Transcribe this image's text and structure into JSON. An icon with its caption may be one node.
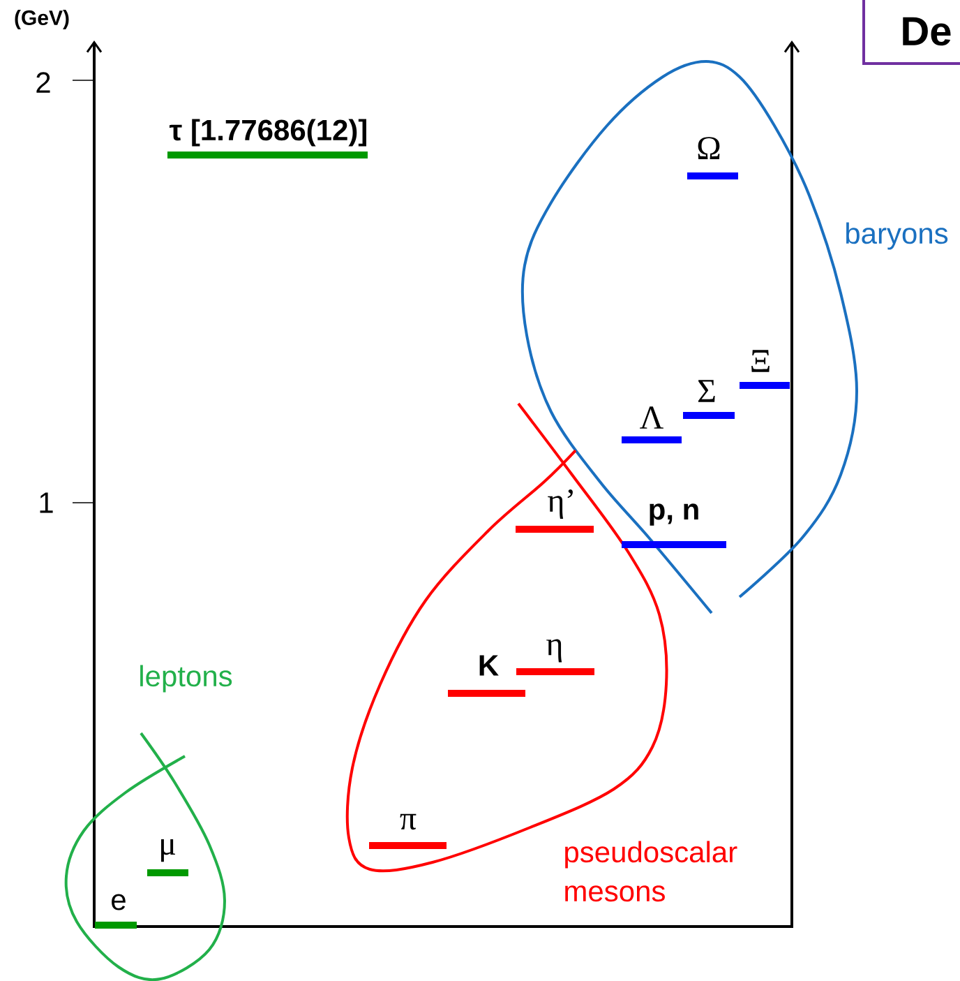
{
  "diagram": {
    "nodes": [
      {
        "text": [
          "De"
        ]
      },
      {
        "text": [
          "τ [1.77686(12)]"
        ]
      },
      {
        "text": [
          "baryons"
        ]
      },
      {
        "text": [
          "Ω"
        ],
        "in": 2
      },
      {
        "text": [
          "Ξ"
        ],
        "in": 2
      },
      {
        "text": [
          "Σ"
        ]
      },
      {
        "text": [
          "Λ"
        ]
      },
      {
        "text": [
          "pseudoscalar mesons"
        ]
      },
      {
        "text": [
          "η’"
        ]
      },
      {
        "text": [
          "p, n"
        ]
      },
      {
        "text": [
          "η"
        ],
        "in": 7
      },
      {
        "text": [
          "K"
        ],
        "in": 7
      },
      {
        "text": [
          "leptons"
        ]
      },
      {
        "text": [
          "π"
        ],
        "in": 7
      },
      {
        "text": [
          "μ"
        ],
        "in": 12
      },
      {
        "text": [
          "e"
        ],
        "in": 12
      }
    ],
    "labels": [
      "(GeV)",
      "2",
      "1"
    ]
  }
}
